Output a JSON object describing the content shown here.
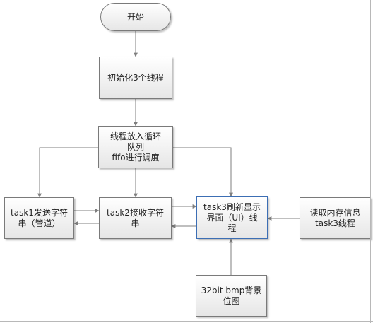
{
  "diagram": {
    "nodes": [
      {
        "id": "start",
        "label": "开始"
      },
      {
        "id": "init",
        "label": "初始化3个线程"
      },
      {
        "id": "queue",
        "label": "线程放入循环\n队列\nfifo进行调度"
      },
      {
        "id": "task1",
        "label": "task1发送字符\n串（管道）"
      },
      {
        "id": "task2",
        "label": "task2接收字符\n串"
      },
      {
        "id": "task3",
        "label": "task3刷新显示\n界面（UI）线\n程"
      },
      {
        "id": "readmem",
        "label": "读取内存信息\ntask3线程"
      },
      {
        "id": "bmp",
        "label": "32bit  bmp背景\n位图"
      }
    ],
    "edges": [
      {
        "from": "start",
        "to": "init"
      },
      {
        "from": "init",
        "to": "queue"
      },
      {
        "from": "queue",
        "to": "task1"
      },
      {
        "from": "queue",
        "to": "task2"
      },
      {
        "from": "queue",
        "to": "task3"
      },
      {
        "from": "task1",
        "to": "task2"
      },
      {
        "from": "task2",
        "to": "task1"
      },
      {
        "from": "task2",
        "to": "task3"
      },
      {
        "from": "task3",
        "to": "task2"
      },
      {
        "from": "readmem",
        "to": "task3"
      },
      {
        "from": "bmp",
        "to": "task3"
      }
    ],
    "colors": {
      "line": "#7f7f7f",
      "border": "#7a7a7a",
      "highlight": "#3c6eb4"
    }
  }
}
